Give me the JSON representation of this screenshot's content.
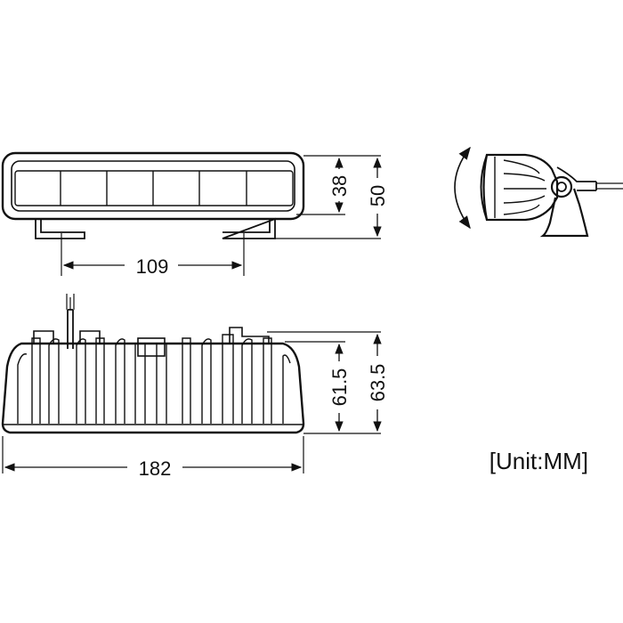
{
  "dimensions": {
    "front_width": "109",
    "front_height_inner": "38",
    "front_height_outer": "50",
    "bottom_width": "182",
    "bottom_height_inner": "61.5",
    "bottom_height_outer": "63.5"
  },
  "unit_label": "[Unit:MM]",
  "colors": {
    "line": "#111111",
    "background": "#ffffff"
  }
}
